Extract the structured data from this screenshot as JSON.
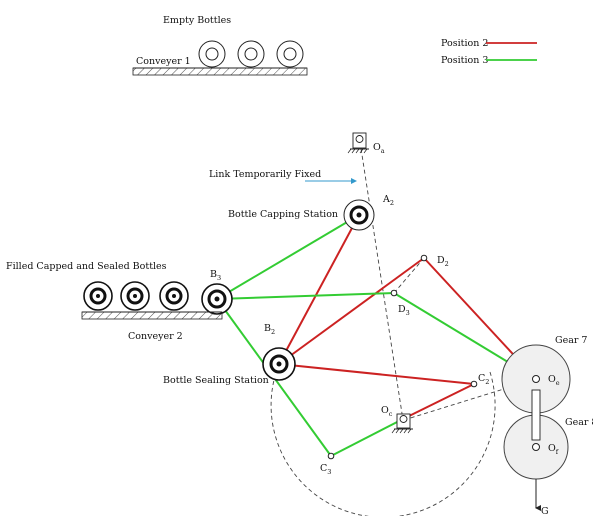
{
  "labels": {
    "empty_bottles": "Empty Bottles",
    "conveyer1": "Conveyer 1",
    "conveyer2": "Conveyer 2",
    "filled_bottles": "Filled Capped and Sealed Bottles",
    "link_fixed": "Link Temporarily Fixed",
    "capping_station": "Bottle Capping Station",
    "sealing_station": "Bottle Sealing Station",
    "gear7": "Gear 7",
    "gear8": "Gear 8"
  },
  "legend": [
    {
      "label": "Position 2",
      "color": "#cc2222"
    },
    {
      "label": "Position 3",
      "color": "#33cc33"
    }
  ],
  "points": {
    "Oa": {
      "base": "O",
      "sub": "a"
    },
    "A2": {
      "base": "A",
      "sub": "2"
    },
    "B3": {
      "base": "B",
      "sub": "3"
    },
    "B2": {
      "base": "B",
      "sub": "2"
    },
    "D2": {
      "base": "D",
      "sub": "2"
    },
    "D3": {
      "base": "D",
      "sub": "3"
    },
    "C2": {
      "base": "C",
      "sub": "2"
    },
    "C3": {
      "base": "C",
      "sub": "3"
    },
    "Oc": {
      "base": "O",
      "sub": "c"
    },
    "Oe": {
      "base": "O",
      "sub": "e"
    },
    "Of": {
      "base": "O",
      "sub": "f"
    },
    "G": {
      "base": "G",
      "sub": ""
    }
  },
  "colors": {
    "position2": "#cc2222",
    "position3": "#33cc33",
    "arrow": "#3399cc"
  }
}
